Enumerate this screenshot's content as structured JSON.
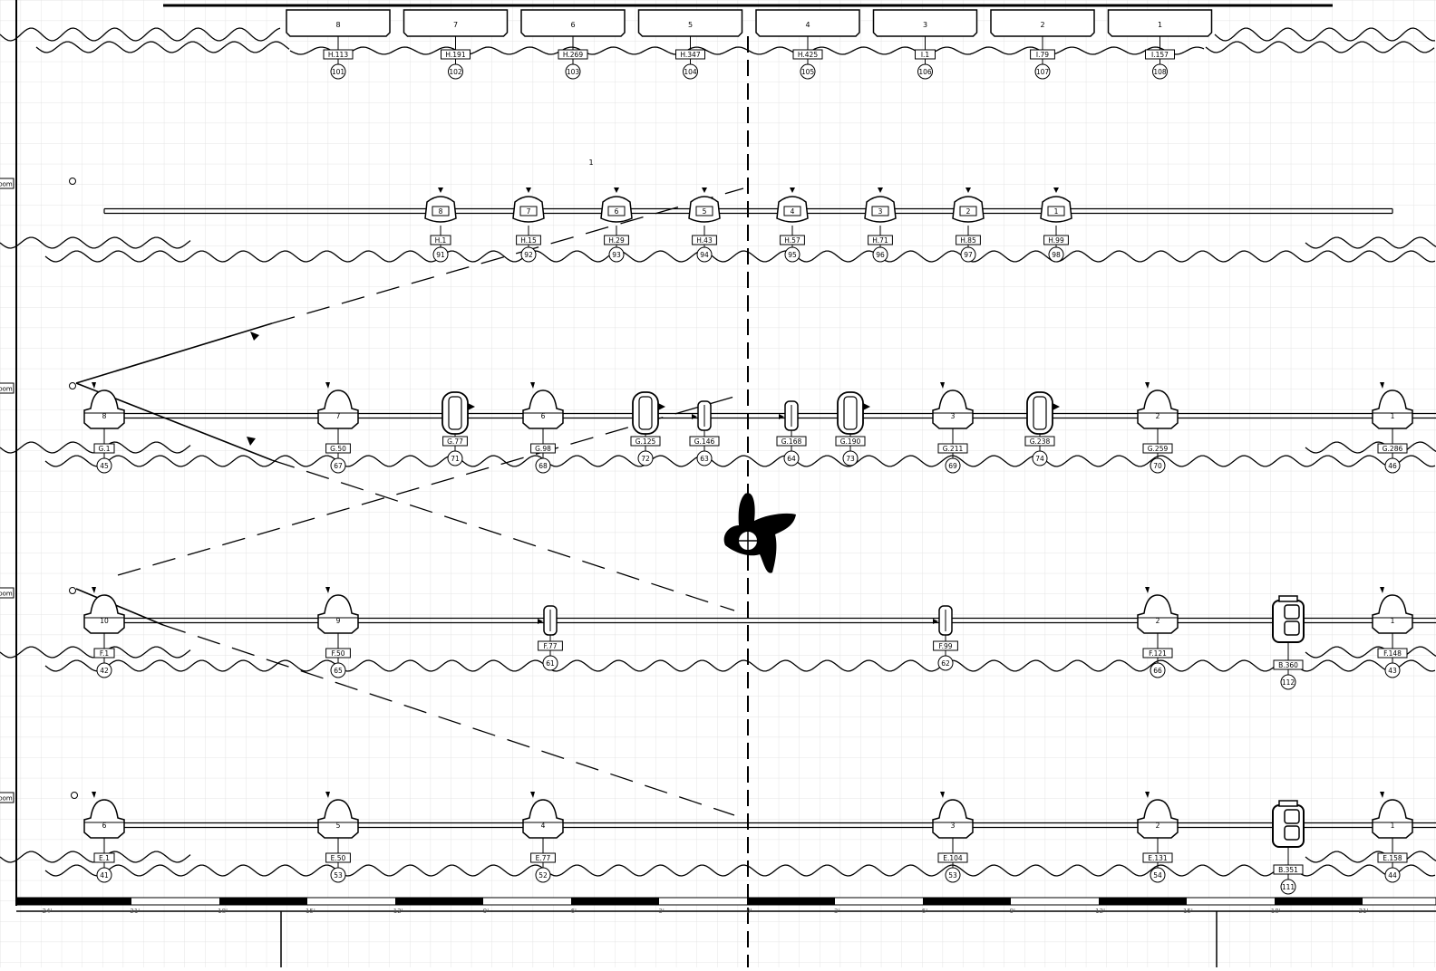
{
  "top_fixtures": [
    {
      "number": "8",
      "id": "H.113",
      "channel": "101"
    },
    {
      "number": "7",
      "id": "H.191",
      "channel": "102"
    },
    {
      "number": "6",
      "id": "H.269",
      "channel": "103"
    },
    {
      "number": "5",
      "id": "H.347",
      "channel": "104"
    },
    {
      "number": "4",
      "id": "H.425",
      "channel": "105"
    },
    {
      "number": "3",
      "id": "I.1",
      "channel": "106"
    },
    {
      "number": "2",
      "id": "I.79",
      "channel": "107"
    },
    {
      "number": "1",
      "id": "I.157",
      "channel": "108"
    }
  ],
  "misc_label": "1",
  "pipe_tags": [
    "oom",
    "oom",
    "oom",
    "oom"
  ],
  "pipes": [
    {
      "fixtures": [
        {
          "kind": "mover",
          "number": "8",
          "id": "H.1",
          "channel": "91"
        },
        {
          "kind": "mover",
          "number": "7",
          "id": "H.15",
          "channel": "92"
        },
        {
          "kind": "mover",
          "number": "6",
          "id": "H.29",
          "channel": "93"
        },
        {
          "kind": "mover",
          "number": "5",
          "id": "H.43",
          "channel": "94"
        },
        {
          "kind": "mover",
          "number": "4",
          "id": "H.57",
          "channel": "95"
        },
        {
          "kind": "mover",
          "number": "3",
          "id": "H.71",
          "channel": "96"
        },
        {
          "kind": "mover",
          "number": "2",
          "id": "H.85",
          "channel": "97"
        },
        {
          "kind": "mover",
          "number": "1",
          "id": "H.99",
          "channel": "98"
        }
      ]
    },
    {
      "fixtures": [
        {
          "kind": "wash",
          "number": "8",
          "id": "G.1",
          "channel": "45"
        },
        {
          "kind": "wash",
          "number": "7",
          "id": "G.50",
          "channel": "67"
        },
        {
          "kind": "par",
          "number": "",
          "id": "G.77",
          "channel": "71"
        },
        {
          "kind": "wash",
          "number": "6",
          "id": "G.98",
          "channel": "68"
        },
        {
          "kind": "par",
          "number": "",
          "id": "G.125",
          "channel": "72"
        },
        {
          "kind": "small",
          "number": "",
          "id": "G.146",
          "channel": "63"
        },
        {
          "kind": "small",
          "number": "",
          "id": "G.168",
          "channel": "64"
        },
        {
          "kind": "par",
          "number": "",
          "id": "G.190",
          "channel": "73"
        },
        {
          "kind": "wash",
          "number": "3",
          "id": "G.211",
          "channel": "69"
        },
        {
          "kind": "par",
          "number": "",
          "id": "G.238",
          "channel": "74"
        },
        {
          "kind": "wash",
          "number": "2",
          "id": "G.259",
          "channel": "70"
        },
        {
          "kind": "wash",
          "number": "1",
          "id": "G.286",
          "channel": "46"
        }
      ]
    },
    {
      "fixtures": [
        {
          "kind": "wash",
          "number": "10",
          "id": "F.1",
          "channel": "42"
        },
        {
          "kind": "wash",
          "number": "9",
          "id": "F.50",
          "channel": "65"
        },
        {
          "kind": "small",
          "number": "",
          "id": "F.77",
          "channel": "61"
        },
        {
          "kind": "small",
          "number": "",
          "id": "F.99",
          "channel": "62"
        },
        {
          "kind": "wash",
          "number": "2",
          "id": "F.121",
          "channel": "66"
        },
        {
          "kind": "box",
          "number": "",
          "id": "B.360",
          "channel": "112"
        },
        {
          "kind": "wash",
          "number": "1",
          "id": "F.148",
          "channel": "43"
        }
      ]
    },
    {
      "fixtures": [
        {
          "kind": "wash",
          "number": "6",
          "id": "E.1",
          "channel": "41"
        },
        {
          "kind": "wash",
          "number": "5",
          "id": "E.50",
          "channel": "53"
        },
        {
          "kind": "wash",
          "number": "4",
          "id": "E.77",
          "channel": "52"
        },
        {
          "kind": "wash",
          "number": "3",
          "id": "E.104",
          "channel": "53"
        },
        {
          "kind": "wash",
          "number": "2",
          "id": "E.131",
          "channel": "54"
        },
        {
          "kind": "box",
          "number": "",
          "id": "B.351",
          "channel": "111"
        },
        {
          "kind": "wash",
          "number": "1",
          "id": "E.158",
          "channel": "44"
        }
      ]
    }
  ],
  "ruler_ticks": [
    "24'",
    "21'",
    "18'",
    "15'",
    "12'",
    "9'",
    "6'",
    "3'",
    "0'",
    "3'",
    "6'",
    "9'",
    "12'",
    "15'",
    "18'",
    "21'"
  ]
}
